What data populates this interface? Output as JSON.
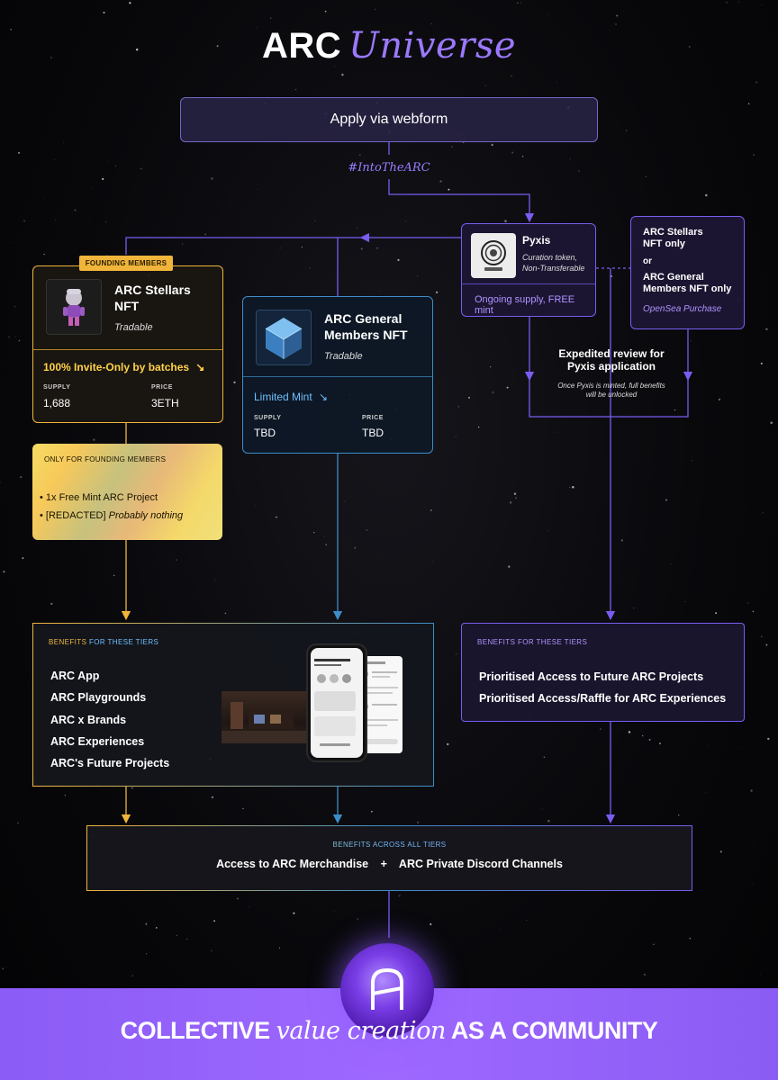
{
  "header": {
    "title_bold": "ARC",
    "title_italic": "Universe"
  },
  "apply": {
    "label": "Apply via webform"
  },
  "hashtag": "#IntoTheARC",
  "pyxis": {
    "title": "Pyxis",
    "subtitle_1": "Curation token,",
    "subtitle_2": "Non-Transferable",
    "footer": "Ongoing supply, FREE mint"
  },
  "opensea_box": {
    "line1": "ARC Stellars",
    "line2": "NFT only",
    "or": "or",
    "line3": "ARC General",
    "line4": "Members NFT only",
    "purchase": "OpenSea Purchase"
  },
  "expedited": {
    "title_1": "Expedited review for",
    "title_2": "Pyxis application",
    "note_1": "Once Pyxis is minted, full benefits",
    "note_2": "will be unlocked"
  },
  "stellars_card": {
    "badge": "FOUNDING MEMBERS",
    "title_1": "ARC Stellars",
    "title_2": "NFT",
    "subtitle": "Tradable",
    "mint_label": "100% Invite-Only by batches",
    "supply_label": "SUPPLY",
    "supply_value": "1,688",
    "price_label": "PRICE",
    "price_value": "3ETH"
  },
  "general_card": {
    "title_1": "ARC General",
    "title_2": "Members NFT",
    "subtitle": "Tradable",
    "mint_label": "Limited Mint",
    "supply_label": "SUPPLY",
    "supply_value": "TBD",
    "price_label": "PRICE",
    "price_value": "TBD"
  },
  "founding_perks": {
    "heading": "ONLY FOR FOUNDING MEMBERS",
    "item_1": "1x Free Mint ARC Project",
    "item_2_plain": "[REDACTED]",
    "item_2_italic": "Probably nothing"
  },
  "benefits_left": {
    "heading_1": "BENEFITS",
    "heading_2": "FOR THESE TIERS",
    "items": [
      "ARC App",
      "ARC Playgrounds",
      "ARC x Brands",
      "ARC Experiences",
      "ARC's Future Projects"
    ]
  },
  "benefits_right": {
    "heading": "BENEFITS FOR THESE TIERS",
    "items": [
      "Prioritised Access to Future ARC Projects",
      "Prioritised Access/Raffle for ARC Experiences"
    ]
  },
  "benefits_all": {
    "heading": "BENEFITS ACROSS ALL TIERS",
    "item_1": "Access to ARC Merchandise",
    "plus": "+",
    "item_2": "ARC Private Discord Channels"
  },
  "footer": {
    "bold_1": "COLLECTIVE",
    "italic": "value creation",
    "bold_2": "AS A COMMUNITY"
  },
  "colors": {
    "gold": "#f0b53a",
    "blue": "#3d8cc8",
    "purple": "#7a5cf0",
    "footer": "#9b69ff"
  }
}
